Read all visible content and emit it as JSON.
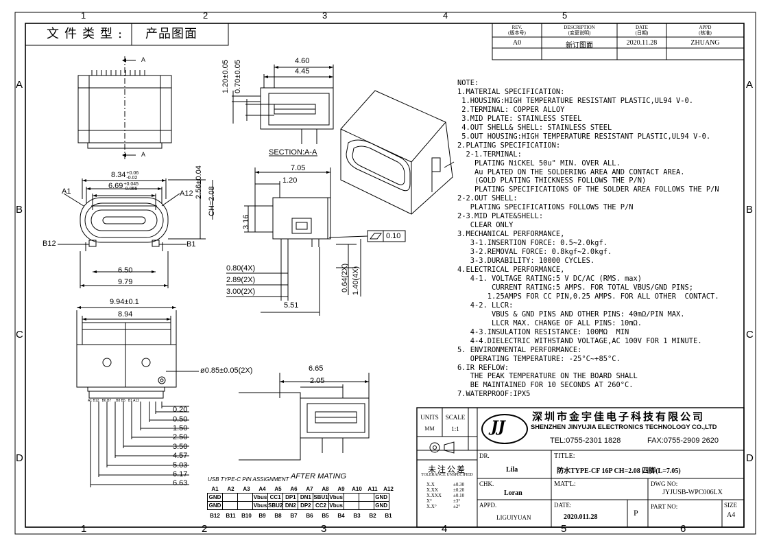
{
  "doc_type": "文件类型:",
  "doc_type_value": "产品图面",
  "border": {
    "cols": [
      "1",
      "2",
      "3",
      "4",
      "5",
      "6"
    ],
    "rows": [
      "A",
      "B",
      "C",
      "D"
    ]
  },
  "rev_block": {
    "rev_h": "REV.",
    "rev_h2": "(版本号)",
    "desc_h": "DESCRIPTION",
    "desc_h2": "(变更说明)",
    "date_h": "DATE",
    "date_h2": "(日期)",
    "appd_h": "APPD",
    "appd_h2": "(核准)",
    "rev": "A0",
    "desc": "新订图面",
    "date": "2020.11.28",
    "appd": "ZHUANG"
  },
  "dims": {
    "d120": "1.20±0.05",
    "d070": "0.70±0.05",
    "d460": "4.60",
    "d445": "4.45",
    "section": "SECTION:A-A",
    "sectA": "A",
    "d834": "8.34",
    "d834tol_up": "+0.06",
    "d834tol_dn": "-0.02",
    "d669": "6.69",
    "d669tol_up": "+0.045",
    "d669tol_dn": "-0.055",
    "d256": "2.56±0.04",
    "ch": "CH=2.08",
    "a1": "A1",
    "a12": "A12",
    "b12": "B12",
    "b1": "B1",
    "d650": "6.50",
    "d979": "9.79",
    "d705": "7.05",
    "d120b": "1.20",
    "d316": "3.16",
    "flat": "0.10",
    "d080": "0.80(4X)",
    "d289": "2.89(2X)",
    "d300": "3.00(2X)",
    "d551": "5.51",
    "d064": "0.64(2X)",
    "d140": "1.40(4X)",
    "d994": "9.94±0.1",
    "d894": "8.94",
    "d085": "ø0.85±0.05(2X)",
    "d665": "6.65",
    "d205": "2.05",
    "after": "AFTER MATING",
    "ladder": [
      "0.20",
      "0.50",
      "1.50",
      "2.50",
      "3.50",
      "4.57",
      "5.03",
      "6.17",
      "6.63"
    ]
  },
  "notes": [
    "NOTE:",
    "1.MATERIAL SPECIFICATION:",
    " 1.HOUSING:HIGH TEMPERATURE RESISTANT PLASTIC,UL94 V-0.",
    " 2.TERMINAL: COPPER ALLOY",
    " 3.MID PLATE: STAINLESS STEEL",
    " 4.OUT SHELL& SHELL: STAINLESS STEEL",
    " 5.OUT HOUSING:HIGH TEMPERATURE RESISTANT PLASTIC,UL94 V-0.",
    "2.PLATING SPECIFICATION:",
    "  2-1.TERMINAL:",
    "    PLATING NiCKEL 50u\" MIN. OVER ALL.",
    "    Au PLATED ON THE SOLDERING AREA AND CONTACT AREA.",
    "    (GOLD PLATING THICKNESS FOLLOWS THE P/N)",
    "    PLATING SPECIFICATIONS OF THE SOLDER AREA FOLLOWS THE P/N",
    "2-2.OUT SHELL:",
    "   PLATING SPECIFICATIONS FOLLOWS THE P/N",
    "2-3.MID PLATE&SHELL:",
    "   CLEAR ONLY",
    "3.MECHANICAL PERFORMANCE,",
    "   3-1.INSERTION FORCE: 0.5~2.0kgf.",
    "   3-2.REMOVAL FORCE: 0.8kgf~2.0kgf.",
    "   3-3.DURABILITY: 10000 CYCLES.",
    "4.ELECTRICAL PERFORMANCE,",
    "   4-1. VOLTAGE RATING:5 V DC/AC (RMS. max)",
    "        CURRENT RATING:5 AMPS. FOR TOTAL VBUS/GND PINS;",
    "       1.25AMPS FOR CC PIN,0.25 AMPS. FOR ALL OTHER  CONTACT.",
    "   4-2. LLCR:",
    "        VBUS & GND PINS AND OTHER PINS: 40mΩ/PIN MAX.",
    "        LLCR MAX. CHANGE OF ALL PINS: 10mΩ.",
    "   4-3.INSULATION RESISTANCE: 100MΩ  MIN",
    "   4-4.DIELECTRIC WITHSTAND VOLTAGE,AC 100V FOR 1 MINUTE.",
    "5. ENVIRONMENTAL PERFORMANCE:",
    "   OPERATING TEMPERATURE: -25°C~+85°C.",
    "6.IR REFLOW:",
    "   THE PEAK TEMPERATURE ON THE BOARD SHALL",
    "   BE MAINTAINED FOR 10 SECONDS AT 260°C.",
    "7.WATERPROOF:IPX5"
  ],
  "pin_table": {
    "title": "USB TYPE-C PIN ASSIGNMENT",
    "top_labels": [
      "A1",
      "A2",
      "A3",
      "A4",
      "A5",
      "A6",
      "A7",
      "A8",
      "A9",
      "A10",
      "A11",
      "A12"
    ],
    "row1": [
      "GND",
      "",
      "",
      "Vbus",
      "CC1",
      "DP1",
      "DN1",
      "SBU1",
      "Vbus",
      "",
      "",
      "GND"
    ],
    "row2": [
      "GND",
      "",
      "",
      "Vbus",
      "SBU2",
      "DN2",
      "DP2",
      "CC2",
      "Vbus",
      "",
      "",
      "GND"
    ],
    "bottom_labels": [
      "B12",
      "B11",
      "B10",
      "B9",
      "B8",
      "B7",
      "B6",
      "B5",
      "B4",
      "B3",
      "B2",
      "B1"
    ]
  },
  "title_block": {
    "units_h": "UNITS",
    "units": "MM",
    "scale_h": "SCALE",
    "scale": "1:1",
    "company_cn": "深圳市金宇佳电子科技有限公司",
    "company_en": "SHENZHEN JINYUJIA ELECTRONICS TECHNOLOGY CO.,LTD",
    "tel": "TEL:0755-2301 1828",
    "fax": "FAX:0755-2909 2620",
    "logo": "JJ",
    "tol_title": "未注公差",
    "tol_sub": "TOLERANCE UNSPECIFIED",
    "tol_rows": [
      [
        "X.X",
        "±0.30"
      ],
      [
        "X.XX",
        "±0.20"
      ],
      [
        "X.XXX",
        "±0.10"
      ],
      [
        "X°",
        "±3°"
      ],
      [
        "X.X°",
        "±2°"
      ]
    ],
    "dr_h": "DR.",
    "dr": "Lila",
    "chk_h": "CHK.",
    "chk": "Loran",
    "appd_h": "APPD.",
    "appd": "LIGUIYUAN",
    "title_h": "TITLE:",
    "title": "防水TYPE-CF 16P CH=2.08 四脚(L=7.05)",
    "mat_h": "MAT'L:",
    "dwg_h": "DWG NO:",
    "dwg": "JYJUSB-WPC006LX",
    "date_h": "DATE:",
    "date": "2020.011.28",
    "p": "P",
    "partno_h": "PART NO:",
    "size_h": "SIZE",
    "size": "A4"
  }
}
